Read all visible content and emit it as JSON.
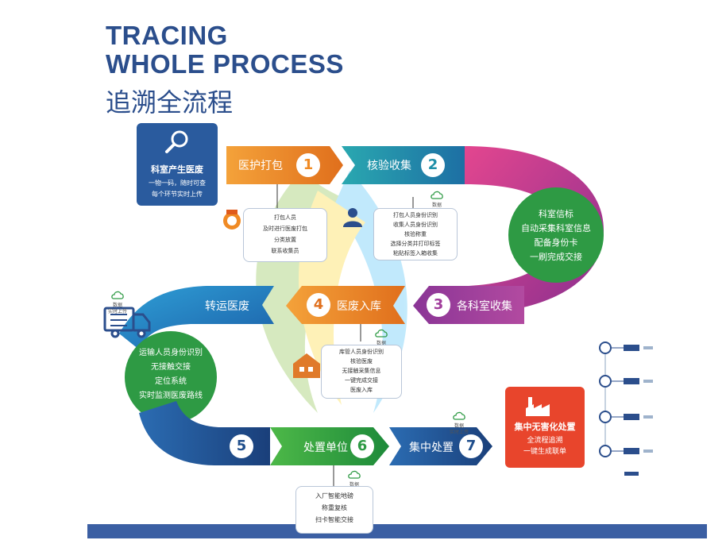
{
  "title": {
    "en_line1": "TRACING",
    "en_line2": "WHOLE PROCESS",
    "cn": "追溯全流程"
  },
  "dept_box": {
    "title": "科室产生医废",
    "line1": "一物一码，随时可查",
    "line2": "每个环节实时上传",
    "icon": "search-icon"
  },
  "cloud_label": {
    "line1": "数据",
    "line2": "实时上传"
  },
  "steps": [
    {
      "label": "医护打包",
      "num": "1",
      "color": "#f08a24"
    },
    {
      "label": "核验收集",
      "num": "2",
      "color": "#1f8fa8"
    },
    {
      "label": "各科室收集",
      "num": "3",
      "color": "#a03c9b"
    },
    {
      "label": "医废入库",
      "num": "4",
      "color": "#e0701e"
    },
    {
      "label": "转运医废",
      "num": "",
      "color": "#2a7fc2"
    },
    {
      "label": "",
      "num": "5",
      "color": "#1f4e8c"
    },
    {
      "label": "处置单位",
      "num": "6",
      "color": "#2e9a44"
    },
    {
      "label": "集中处置",
      "num": "7",
      "color": "#1f4e8c"
    }
  ],
  "box1": [
    "打包人员",
    "及时进行医废打包",
    "分类放置",
    "联系收集员"
  ],
  "box2": [
    "打包人员身份识别",
    "收集人员身份识别",
    "核验称重",
    "选择分类并打印标签",
    "粘贴标签入箱收集"
  ],
  "dept_info": [
    "科室信标",
    "自动采集科室信息",
    "配备身份卡",
    "一刷完成交接"
  ],
  "box4": [
    "库管人员身份识别",
    "核验医废",
    "无接触采集信息",
    "一键完成交接",
    "医废入库"
  ],
  "transport": [
    "运输人员身份识别",
    "无接触交接",
    "定位系统",
    "实时监测医废路线"
  ],
  "box6": [
    "入厂智能地磅",
    "称重复核",
    "扫卡智能交接"
  ],
  "disposal": {
    "title": "集中无害化处置",
    "line1": "全流程追溯",
    "line2": "一键生成联单"
  },
  "colors": {
    "navy": "#2b4e8c",
    "magenta": "#b8378f",
    "green": "#2e9a44",
    "red": "#e8452c"
  }
}
